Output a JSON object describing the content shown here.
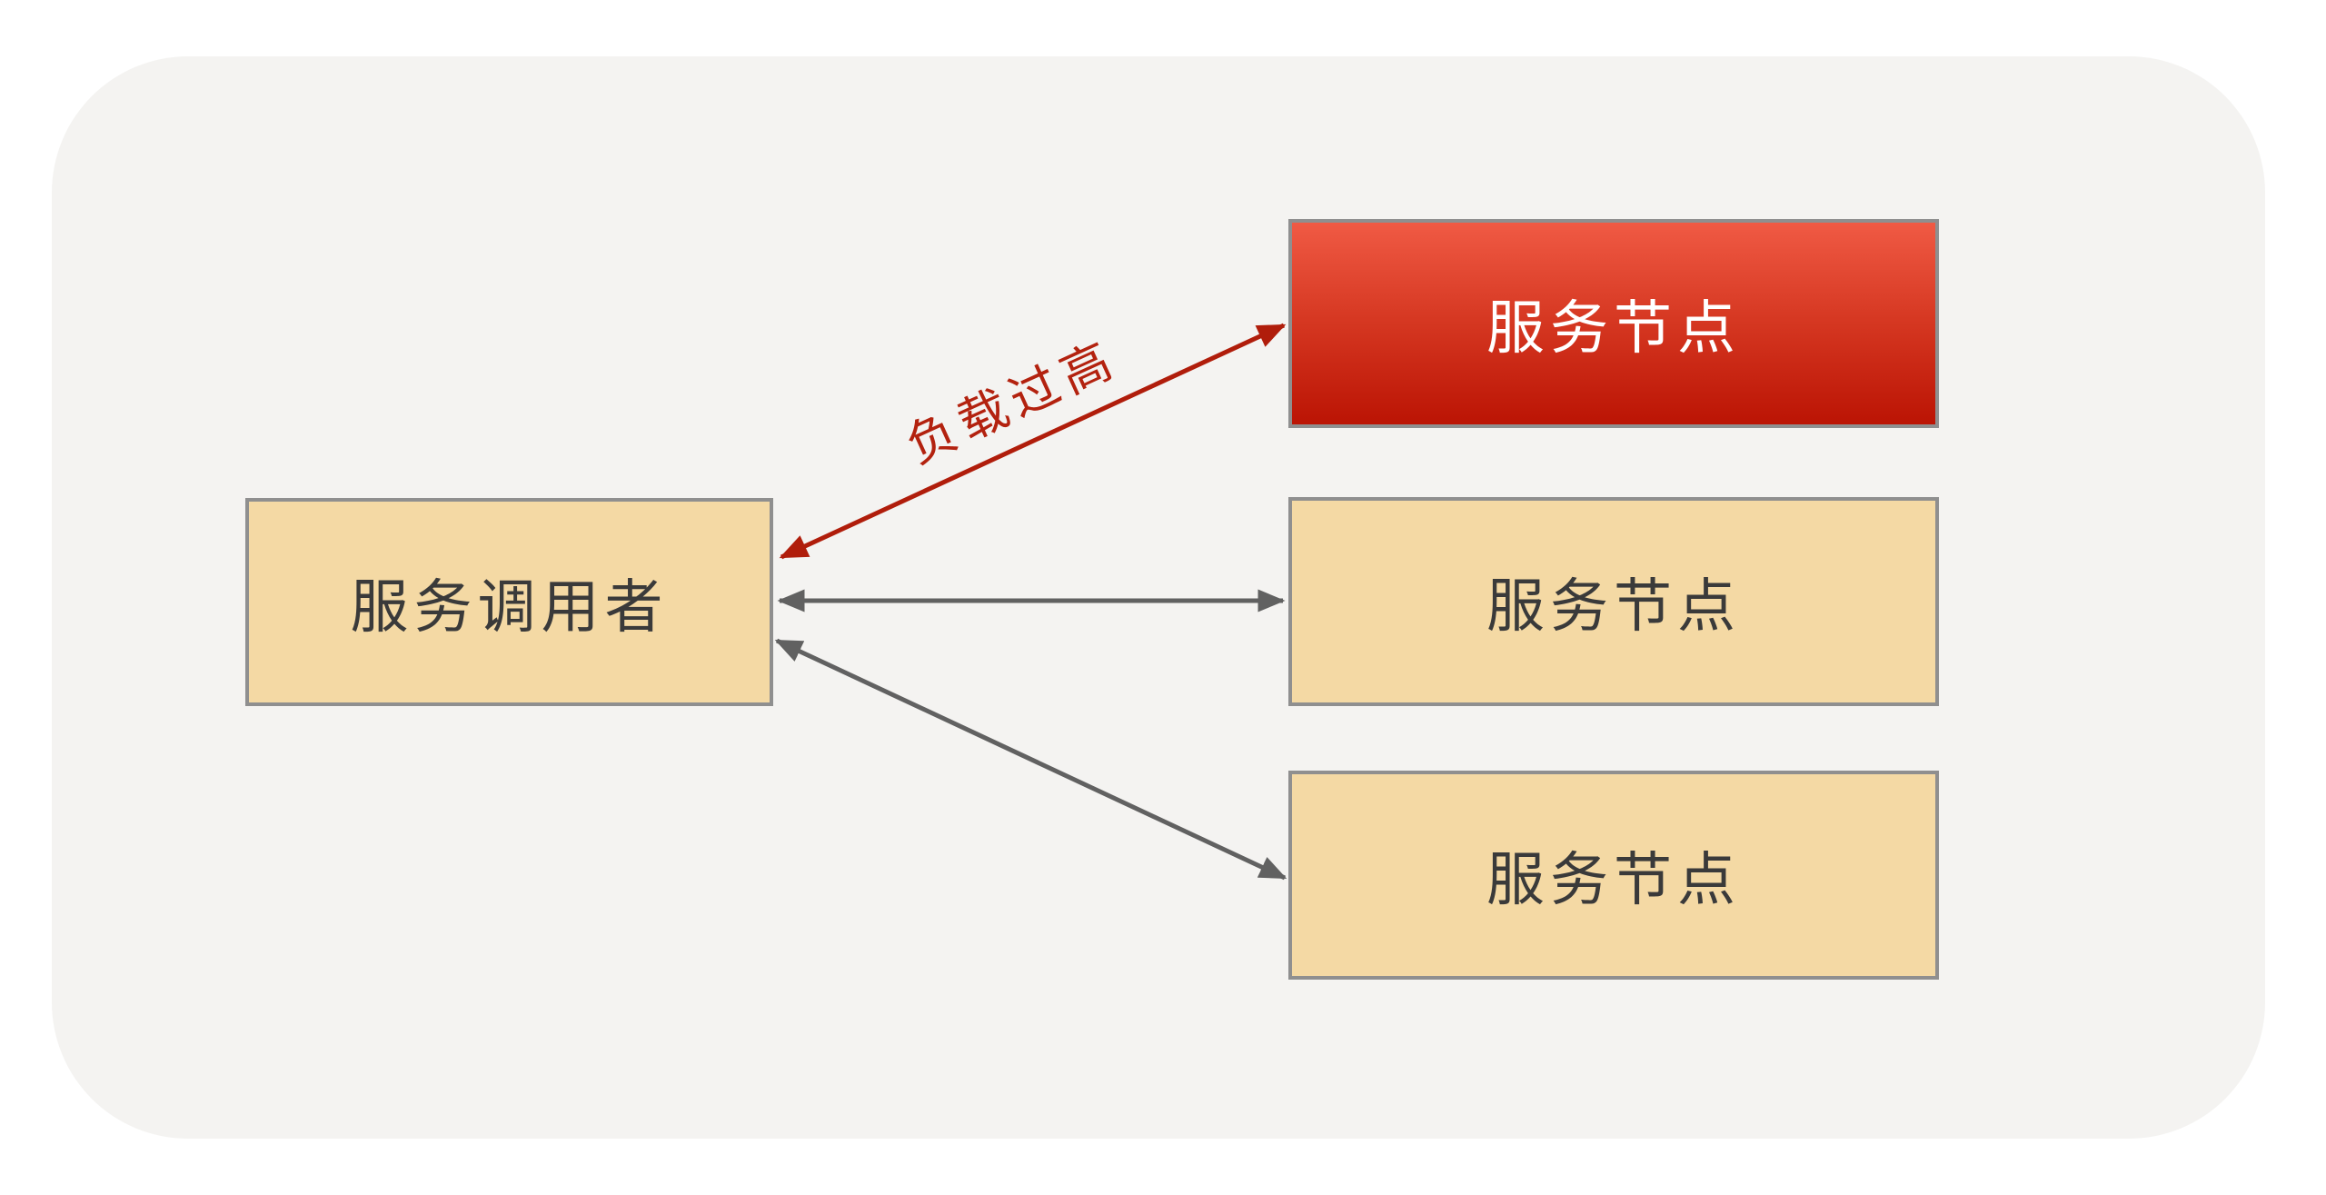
{
  "diagram": {
    "caller_label": "服务调用者",
    "overload_label": "负载过高",
    "nodes": [
      {
        "label": "服务节点",
        "state": "overloaded"
      },
      {
        "label": "服务节点",
        "state": "normal"
      },
      {
        "label": "服务节点",
        "state": "normal"
      }
    ]
  },
  "colors": {
    "page-bg": "#ffffff",
    "panel-bg": "#f4f3f1",
    "box-fill": "#f4d9a4",
    "box-border": "#8f8f8f",
    "box-text": "#3a3a3a",
    "hot-top": "#f05a44",
    "hot-bottom": "#bb1404",
    "hot-text": "#ffffff",
    "arrow-gray": "#616161",
    "arrow-red": "#b01d0b",
    "label-red": "#b3220f"
  }
}
